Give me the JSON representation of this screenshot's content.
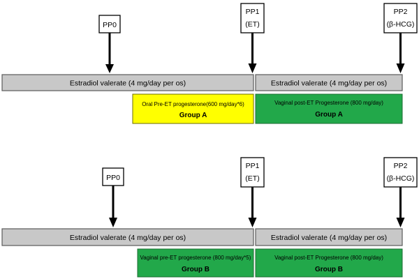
{
  "panel_a": {
    "pp0": "PP0",
    "pp1_line1": "PP1",
    "pp1_line2": "(ET)",
    "pp2_line1": "PP2",
    "pp2_line2": "(β-HCG)",
    "bar_left": "Estradiol valerate (4 mg/day per os)",
    "bar_right": "Estradiol valerate (4 mg/day per os)",
    "treatment_left": "Oral Pre-ET progesterone(600 mg/day*6)",
    "group_left": "Group A",
    "treatment_right": "Vaginal post-ET Progesterone (800 mg/day)",
    "group_right": "Group A",
    "colors": {
      "treatment_left": "#ffff00",
      "treatment_right": "#22a84a",
      "bar": "#c8c8c8"
    }
  },
  "panel_b": {
    "pp0": "PP0",
    "pp1_line1": "PP1",
    "pp1_line2": "(ET)",
    "pp2_line1": "PP2",
    "pp2_line2": "(β-HCG)",
    "bar_left": "Estradiol valerate (4 mg/day per os)",
    "bar_right": "Estradiol valerate (4 mg/day per os)",
    "treatment_left": "Vaginal pre-ET progesterone (800 mg/day*5)",
    "group_left": "Group B",
    "treatment_right": "Vaginal post-ET Progesterone (800 mg/day)",
    "group_right": "Group B",
    "colors": {
      "treatment_left": "#22a84a",
      "treatment_right": "#22a84a",
      "bar": "#c8c8c8"
    }
  }
}
